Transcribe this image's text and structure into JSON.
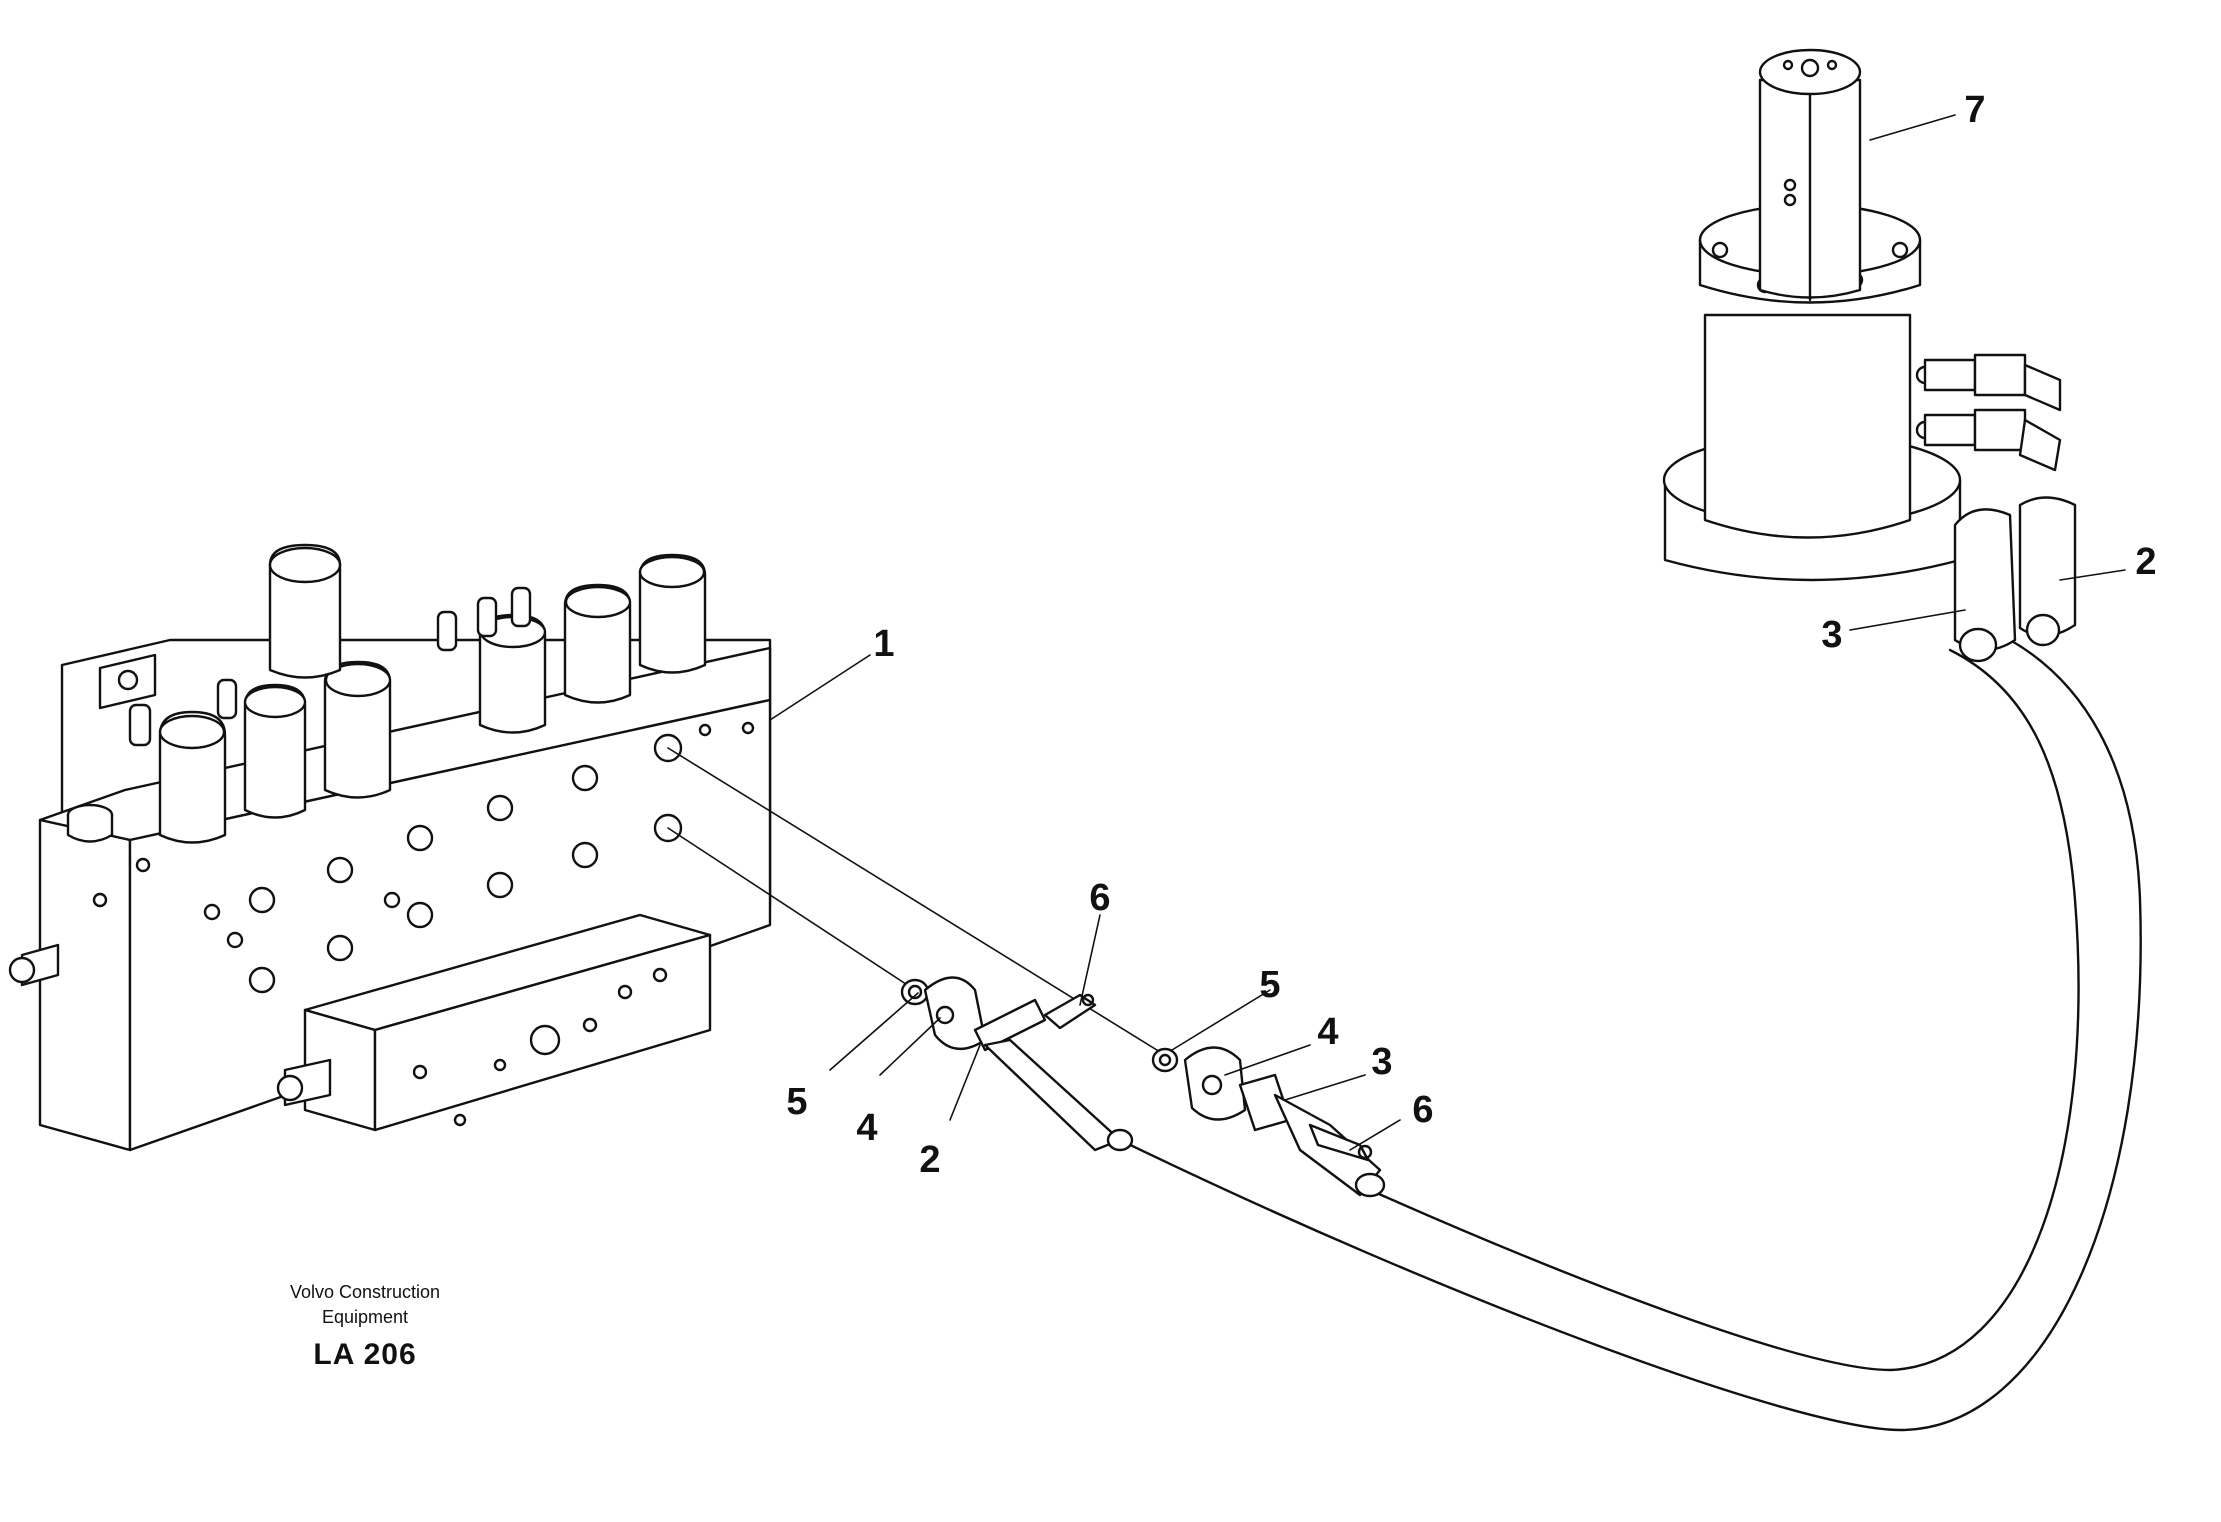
{
  "caption": {
    "company_line1": "Volvo Construction",
    "company_line2": "Equipment",
    "drawing_code": "LA 206"
  },
  "callouts": {
    "valve_block": "1",
    "hose_top_right": "2",
    "hose_mid_center": "3",
    "hose_left": "2",
    "hose_end_right": "3",
    "seal_left": "5",
    "seal_center": "5",
    "nipple_left": "4",
    "nipple_center": "4",
    "fitting_left": "6",
    "fitting_center": "6",
    "swivel": "7"
  },
  "colors": {
    "line": "#111111",
    "background": "#ffffff"
  }
}
